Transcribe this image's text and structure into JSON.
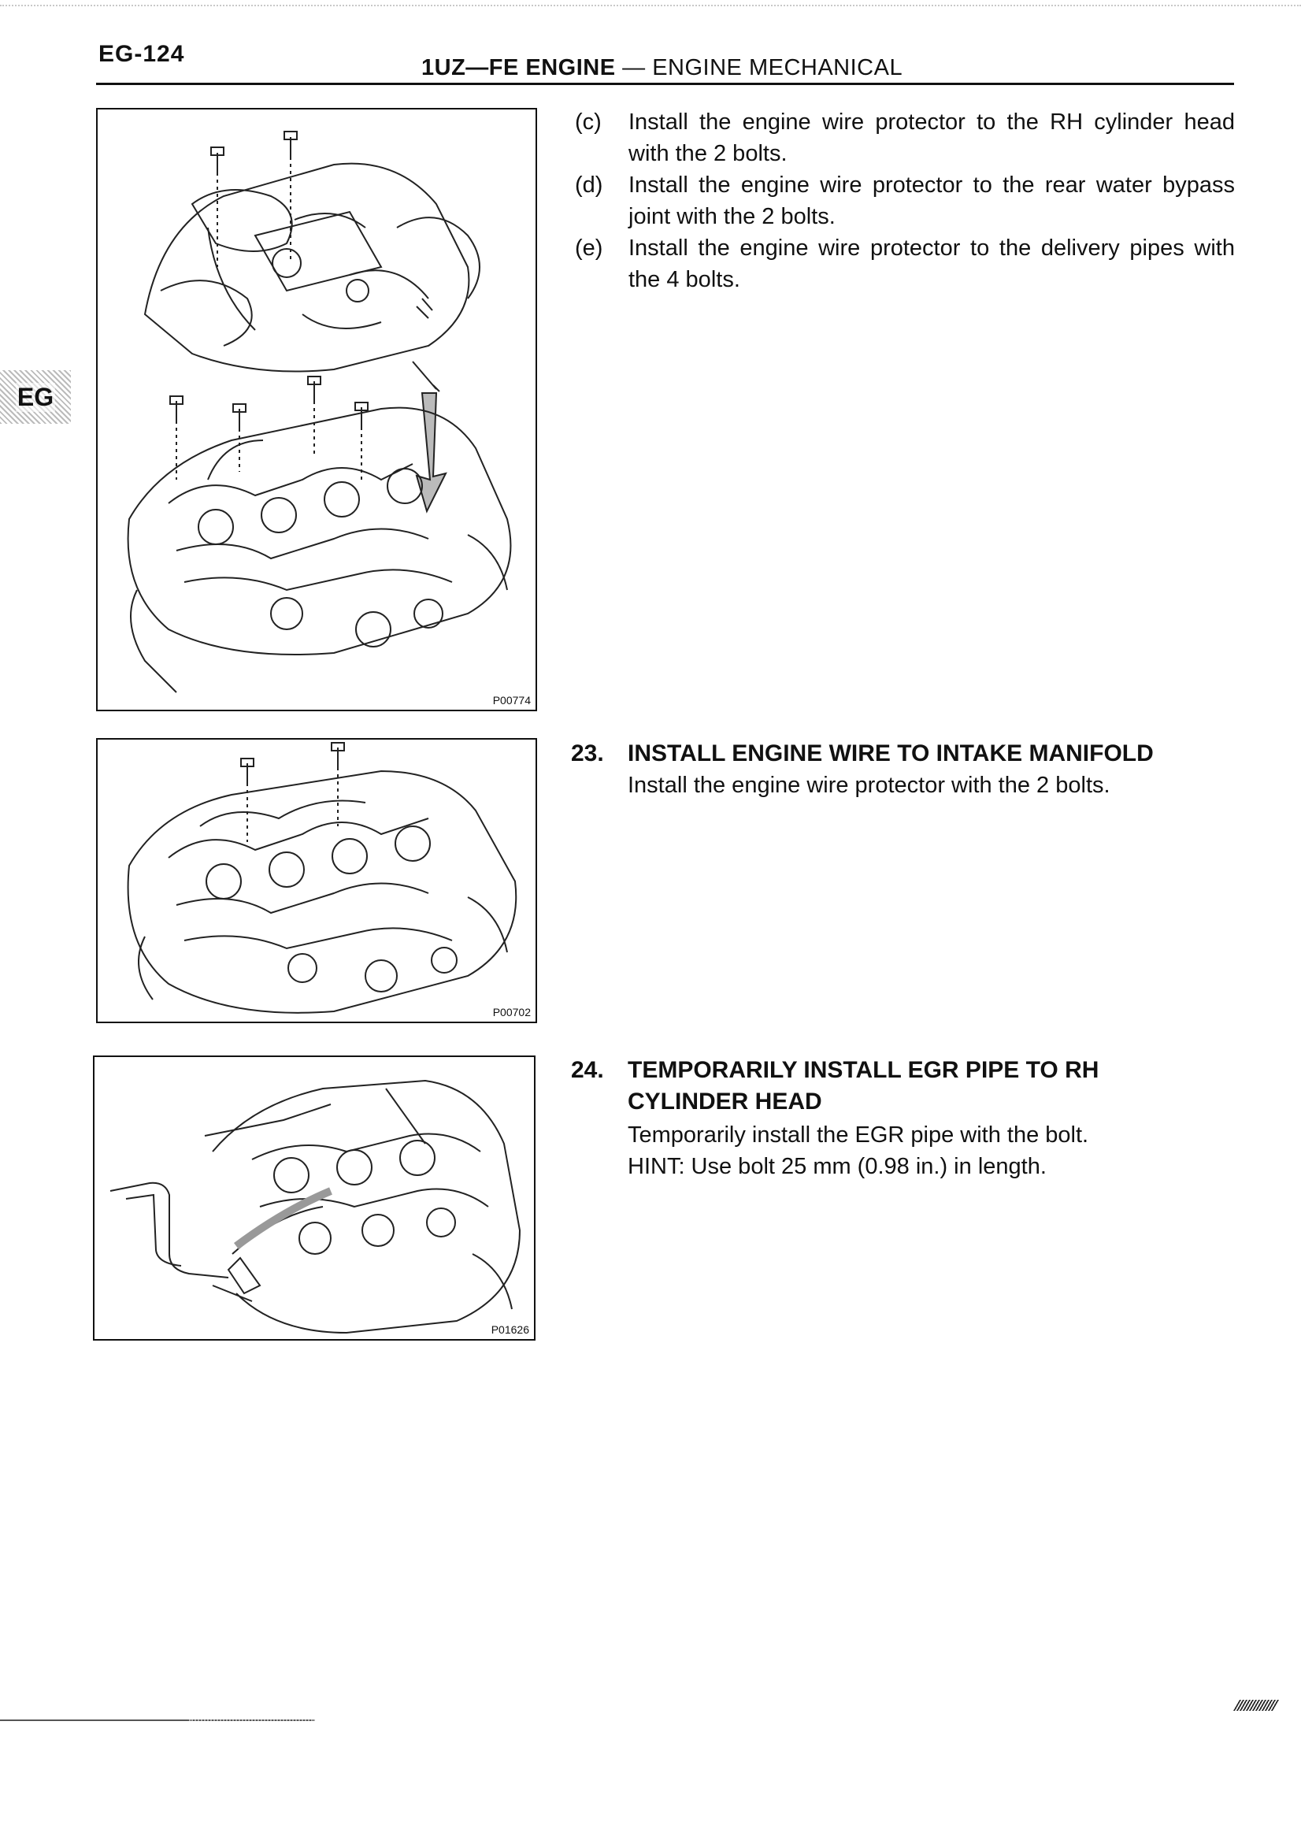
{
  "header": {
    "page_number": "EG-124",
    "title_bold": "1UZ—FE ENGINE",
    "title_rest": " — ENGINE MECHANICAL"
  },
  "side_tab": {
    "label": "EG"
  },
  "figures": [
    {
      "code": "P00774"
    },
    {
      "code": "P00702"
    },
    {
      "code": "P01626"
    }
  ],
  "steps": [
    {
      "letter": "(c)",
      "text": "Install the engine wire protector to the RH cylinder head with the 2 bolts."
    },
    {
      "letter": "(d)",
      "text": "Install the engine wire protector to the rear water bypass joint with the 2 bolts."
    },
    {
      "letter": "(e)",
      "text": "Install the engine wire protector to the delivery pipes with the 4 bolts."
    }
  ],
  "sections": [
    {
      "number": "23.",
      "title_line1": "INSTALL ENGINE WIRE TO INTAKE MANIFOLD",
      "title_line2": "",
      "body_line1": "Install the engine wire protector with the 2 bolts.",
      "body_line2": ""
    },
    {
      "number": "24.",
      "title_line1": "TEMPORARILY INSTALL EGR PIPE TO RH",
      "title_line2": "CYLINDER HEAD",
      "body_line1": "Temporarily install the EGR pipe with the bolt.",
      "body_line2": "HINT: Use bolt 25 mm (0.98 in.) in length."
    }
  ]
}
